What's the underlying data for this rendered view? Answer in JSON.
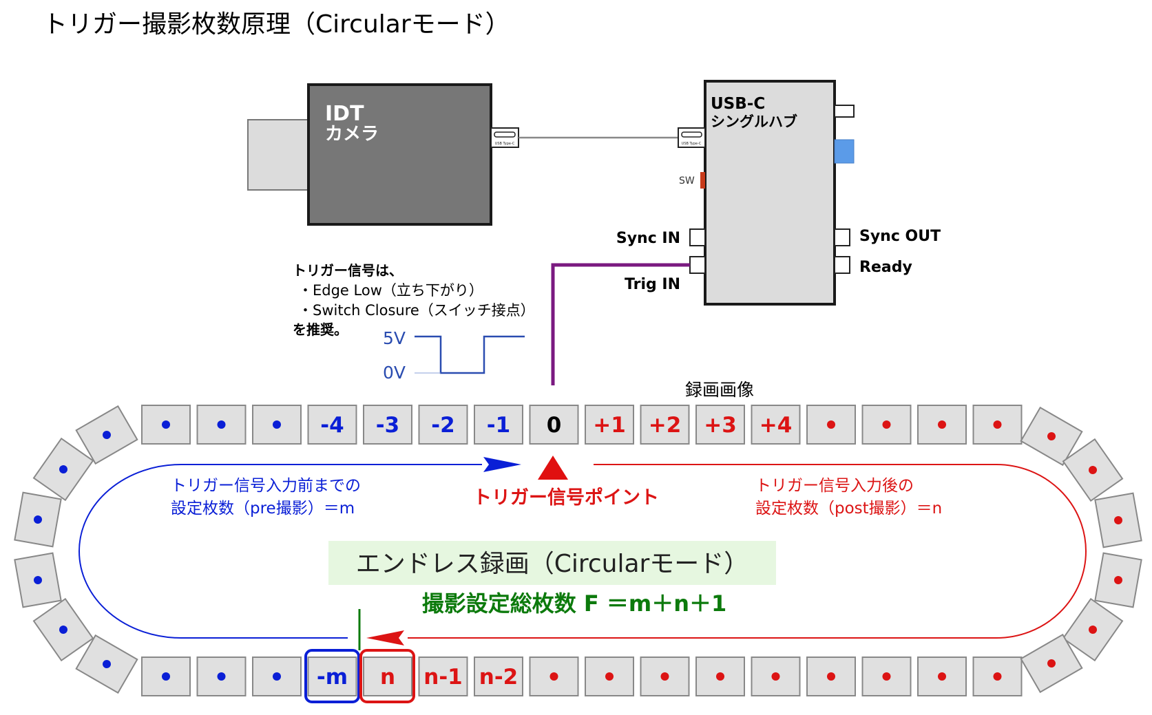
{
  "title": "トリガー撮影枚数原理（Circularモード）",
  "camera": {
    "label_line1": "IDT",
    "label_line2": "カメラ",
    "port_label": "USB Type-C"
  },
  "hub": {
    "label_line1": "USB-C",
    "label_line2": "シングルハブ",
    "port_label": "USB Type-C",
    "sw_label": "SW",
    "sync_in": "Sync IN",
    "trig_in": "Trig IN",
    "sync_out": "Sync OUT",
    "ready": "Ready"
  },
  "note": {
    "line1": "トリガー信号は、",
    "line2": "・Edge Low（立ち下がり）",
    "line3": "・Switch Closure（スイッチ接点）",
    "line4": "を推奨。"
  },
  "signal": {
    "high": "5V",
    "low": "0V"
  },
  "recorded_images_label": "録画画像",
  "top_row": [
    "•",
    "•",
    "•",
    "-4",
    "-3",
    "-2",
    "-1",
    "0",
    "+1",
    "+2",
    "+3",
    "+4",
    "•",
    "•",
    "•",
    "•"
  ],
  "bottom_row": [
    "•",
    "•",
    "•",
    "-m",
    "n",
    "n-1",
    "n-2",
    "•",
    "•",
    "•",
    "•",
    "•",
    "•",
    "•",
    "•",
    "•"
  ],
  "trigger_point_label": "トリガー信号ポイント",
  "pre": {
    "line1": "トリガー信号入力前までの",
    "line2": "設定枚数（pre撮影）＝m"
  },
  "post": {
    "line1": "トリガー信号入力後の",
    "line2": "設定枚数（post撮影）＝n"
  },
  "endless_label": "エンドレス録画（Circularモード）",
  "formula": "撮影設定総枚数 F ＝m＋n＋1",
  "colors": {
    "blue": "#0a1fd6",
    "red": "#dc1414",
    "green": "#0c7a0c",
    "purple": "#7a1a80",
    "frame_fill": "#e0e0e0",
    "camera_body": "#777777",
    "hub_body": "#dcdcdc"
  }
}
